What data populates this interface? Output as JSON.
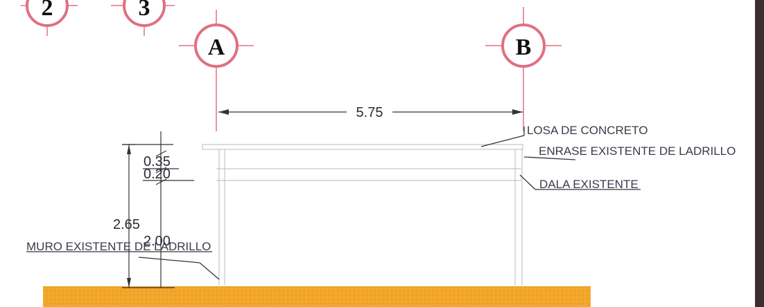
{
  "grid_bubbles": {
    "bubble_2": "2",
    "bubble_3": "3",
    "bubble_a": "A",
    "bubble_b": "B"
  },
  "dimensions": {
    "span_ab": "5.75",
    "slab_band": "0.35",
    "beam_band": "0.20",
    "total_height": "2.65",
    "wall_height": "2.00"
  },
  "callouts": {
    "slab": "LOSA DE CONCRETO",
    "brick_course": "ENRASE EXISTENTE DE LADRILLO",
    "beam": "DALA EXISTENTE",
    "wall": "MURO EXISTENTE DE LADRILLO"
  },
  "colors": {
    "ground": "#f2a629",
    "grid_bubble": "#e07080",
    "border": "#3b2f2f"
  }
}
